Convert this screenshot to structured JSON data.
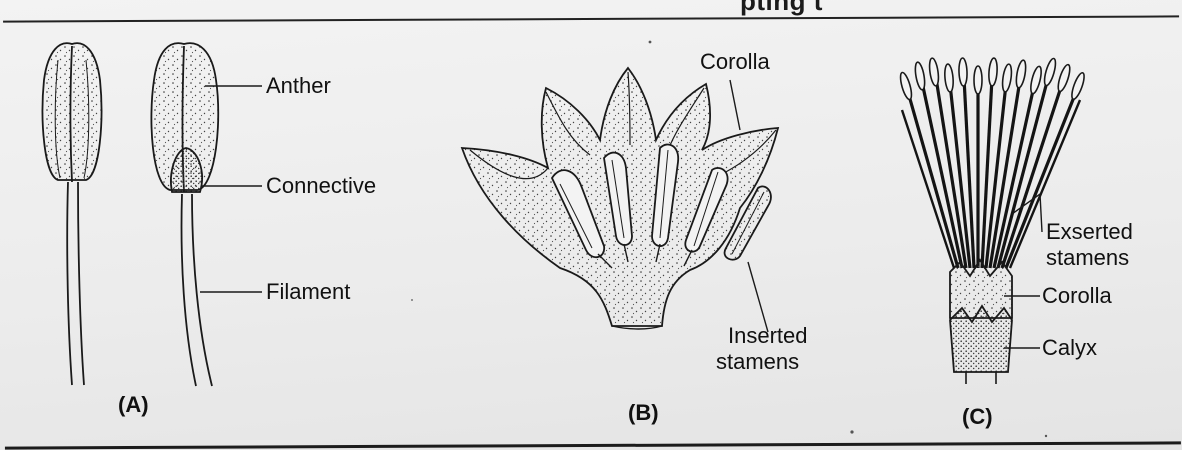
{
  "figure": {
    "top_clipped_text": "pting t",
    "panels": [
      {
        "id": "A",
        "letter": "(A)",
        "labels": {
          "anther": "Anther",
          "connective": "Connective",
          "filament": "Filament"
        }
      },
      {
        "id": "B",
        "letter": "(B)",
        "labels": {
          "corolla": "Corolla",
          "inserted_line1": "Inserted",
          "inserted_line2": "stamens"
        }
      },
      {
        "id": "C",
        "letter": "(C)",
        "labels": {
          "exserted_line1": "Exserted",
          "exserted_line2": "stamens",
          "corolla": "Corolla",
          "calyx": "Calyx"
        }
      }
    ]
  },
  "colors": {
    "ink": "#1a1a1a",
    "paper": "#ececec"
  }
}
